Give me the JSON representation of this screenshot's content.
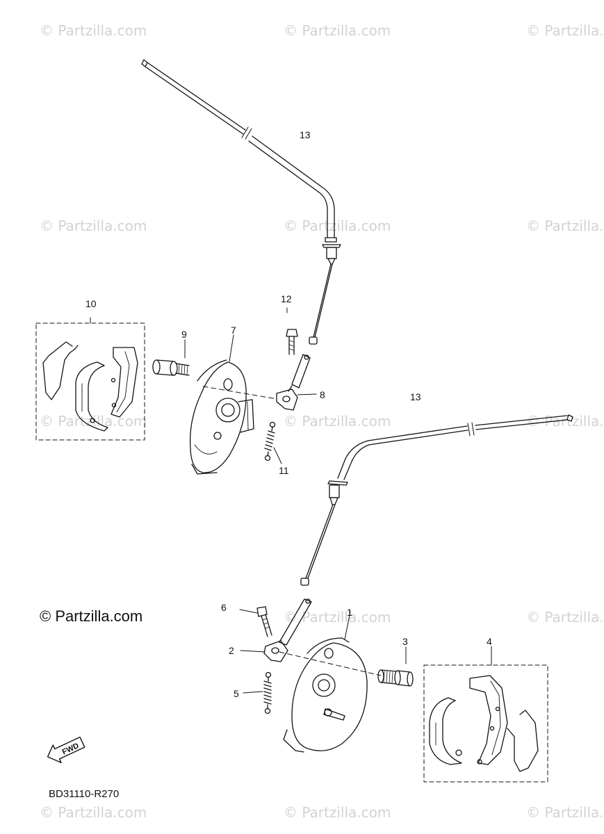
{
  "watermark": "© Partzilla.com",
  "copyright": "© Partzilla.com",
  "diagram_code": "BD31110-R270",
  "fwd_label": "FWD",
  "callouts": {
    "c1": "1",
    "c2": "2",
    "c3": "3",
    "c4": "4",
    "c5": "5",
    "c6": "6",
    "c7": "7",
    "c8": "8",
    "c9": "9",
    "c10": "10",
    "c11": "11",
    "c12": "12",
    "c13a": "13",
    "c13b": "13"
  },
  "colors": {
    "line": "#111111",
    "watermark": "#d2d2d2",
    "background": "#ffffff"
  }
}
